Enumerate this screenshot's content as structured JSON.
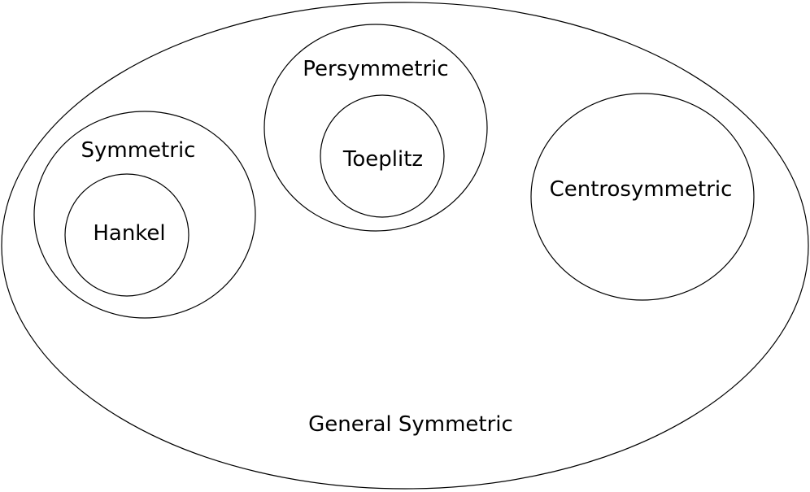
{
  "diagram": {
    "sets": {
      "general_symmetric": "General Symmetric",
      "symmetric": "Symmetric",
      "hankel": "Hankel",
      "persymmetric": "Persymmetric",
      "toeplitz": "Toeplitz",
      "centrosymmetric": "Centrosymmetric"
    },
    "colors": {
      "stroke": "#000000",
      "fill": "#ffffff",
      "text": "#000000"
    }
  }
}
